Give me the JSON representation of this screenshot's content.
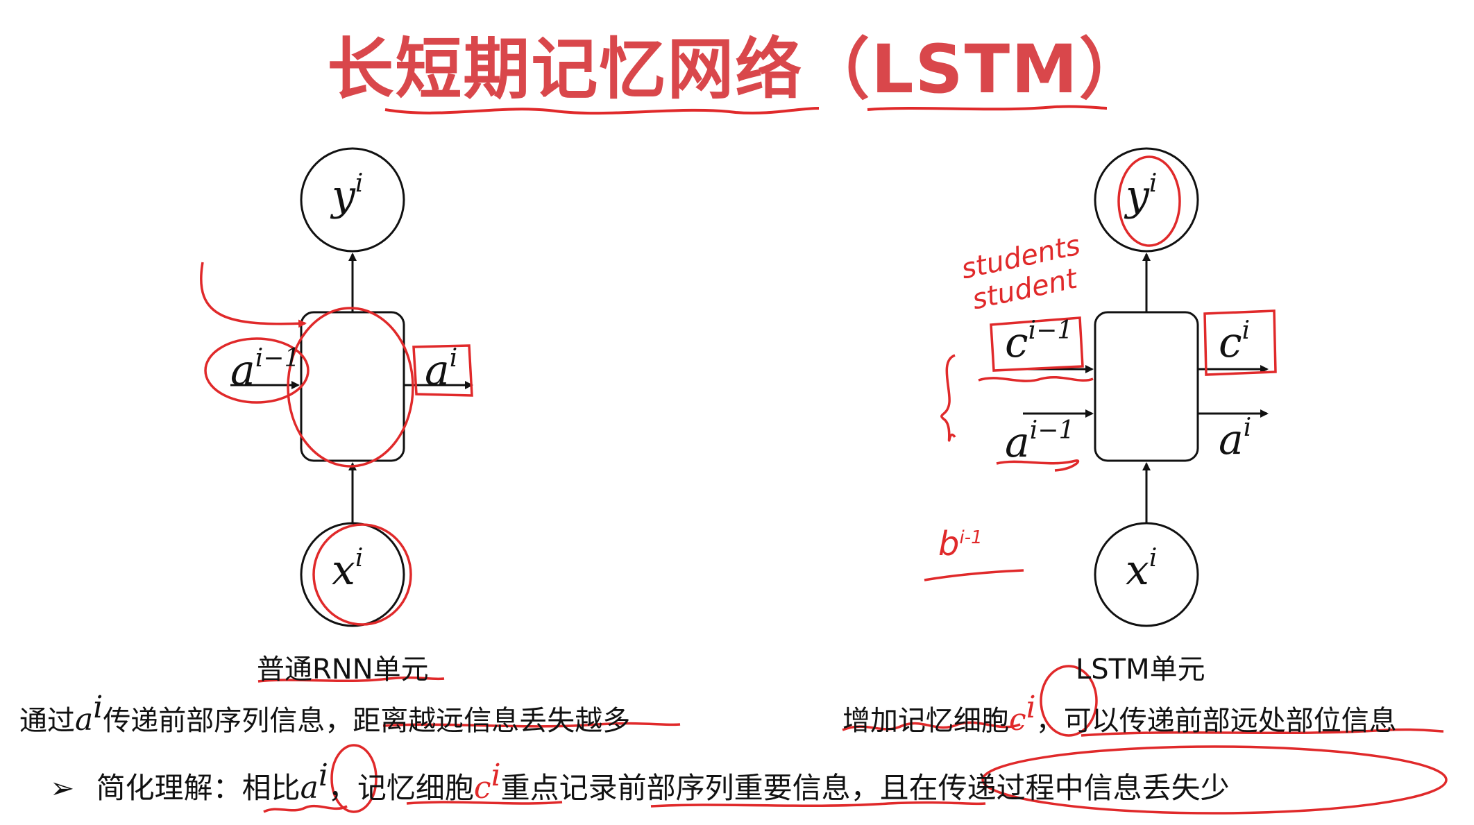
{
  "title": "长短期记忆网络（LSTM）",
  "rnn": {
    "output": {
      "base": "y",
      "sup": "i"
    },
    "input": {
      "base": "x",
      "sup": "i"
    },
    "prev_state": {
      "base": "a",
      "sup": "i−1"
    },
    "next_state": {
      "base": "a",
      "sup": "i"
    },
    "caption": "普通RNN单元",
    "description": {
      "before": "通过",
      "var_base": "a",
      "var_sup": "i",
      "after": "传递前部序列信息，距离越远信息丢失越多"
    }
  },
  "lstm": {
    "output": {
      "base": "y",
      "sup": "i"
    },
    "input": {
      "base": "x",
      "sup": "i"
    },
    "prev_cell": {
      "base": "c",
      "sup": "i−1"
    },
    "next_cell": {
      "base": "c",
      "sup": "i"
    },
    "prev_state": {
      "base": "a",
      "sup": "i−1"
    },
    "next_state": {
      "base": "a",
      "sup": "i"
    },
    "caption": "LSTM单元",
    "description": {
      "before": "增加记忆细胞",
      "var_base": "c",
      "var_sup": "i",
      "after": "，可以传递前部远处部位信息"
    }
  },
  "summary": {
    "bullet": "➢",
    "label": "简化理解：",
    "part1": "相比",
    "var1_base": "a",
    "var1_sup": "i",
    "part2": "，记忆细胞",
    "var2_base": "c",
    "var2_sup": "i",
    "part3": "重点记录前部序列重要信息，",
    "part4": "且在传递过程中信息丢失少"
  },
  "handwriting": {
    "word1": "students",
    "word2": "student",
    "note": "b",
    "note_sup": "i-1"
  },
  "colors": {
    "title": "#d9474b",
    "annotation": "#e0292a",
    "ink": "#111111"
  }
}
